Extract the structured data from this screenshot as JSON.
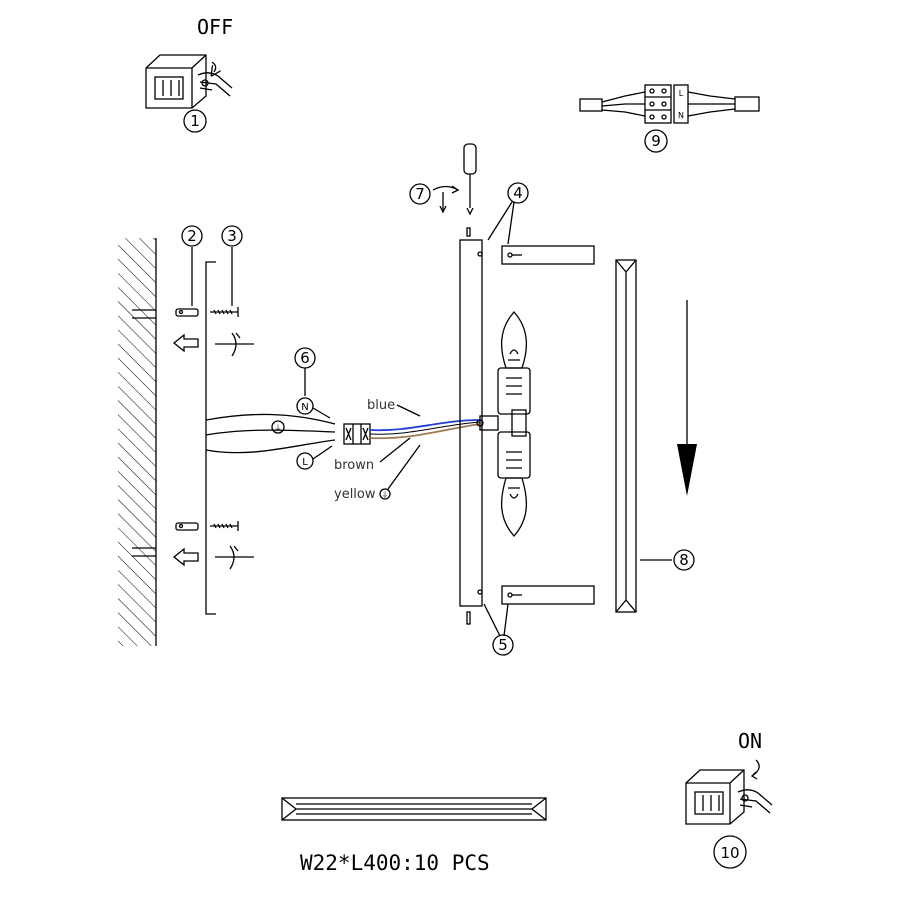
{
  "labels": {
    "off": "OFF",
    "on": "ON",
    "footer": "W22*L400:10 PCS"
  },
  "wires": {
    "blue": "blue",
    "brown": "brown",
    "yellow": "yellow"
  },
  "terminals": {
    "neutral": "N",
    "live": "L"
  },
  "steps": [
    "1",
    "2",
    "3",
    "4",
    "5",
    "6",
    "7",
    "8",
    "9",
    "10"
  ],
  "colors": {
    "blue_wire": "#1f3fd8",
    "brown_wire": "#a07850",
    "line": "#000000"
  }
}
